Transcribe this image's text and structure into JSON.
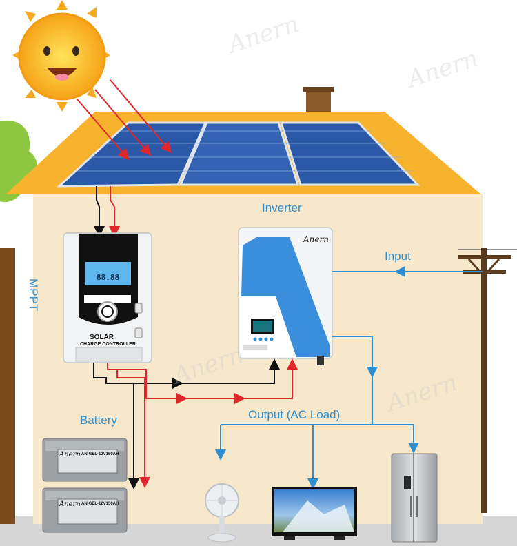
{
  "labels": {
    "inverter": "Inverter",
    "mppt": "MPPT",
    "battery": "Battery",
    "input": "Input",
    "output": "Output (AC Load)"
  },
  "controller": {
    "badge": "MPPT",
    "line1": "SOLAR",
    "line2": "CHARGE CONTROLLER",
    "lcd": "88.88"
  },
  "inverter_brand": "Anern",
  "battery": {
    "brand": "Anern",
    "model": "AN-GEL-12V150AH"
  },
  "watermark": "Anern",
  "colors": {
    "label_blue": "#2e8fd0",
    "wire_red": "#e0262a",
    "wire_black": "#111111",
    "wire_blue": "#2e8fd0",
    "roof": "#f7b22e",
    "wall": "#f7e8cc",
    "panel": "#2c58a8"
  }
}
